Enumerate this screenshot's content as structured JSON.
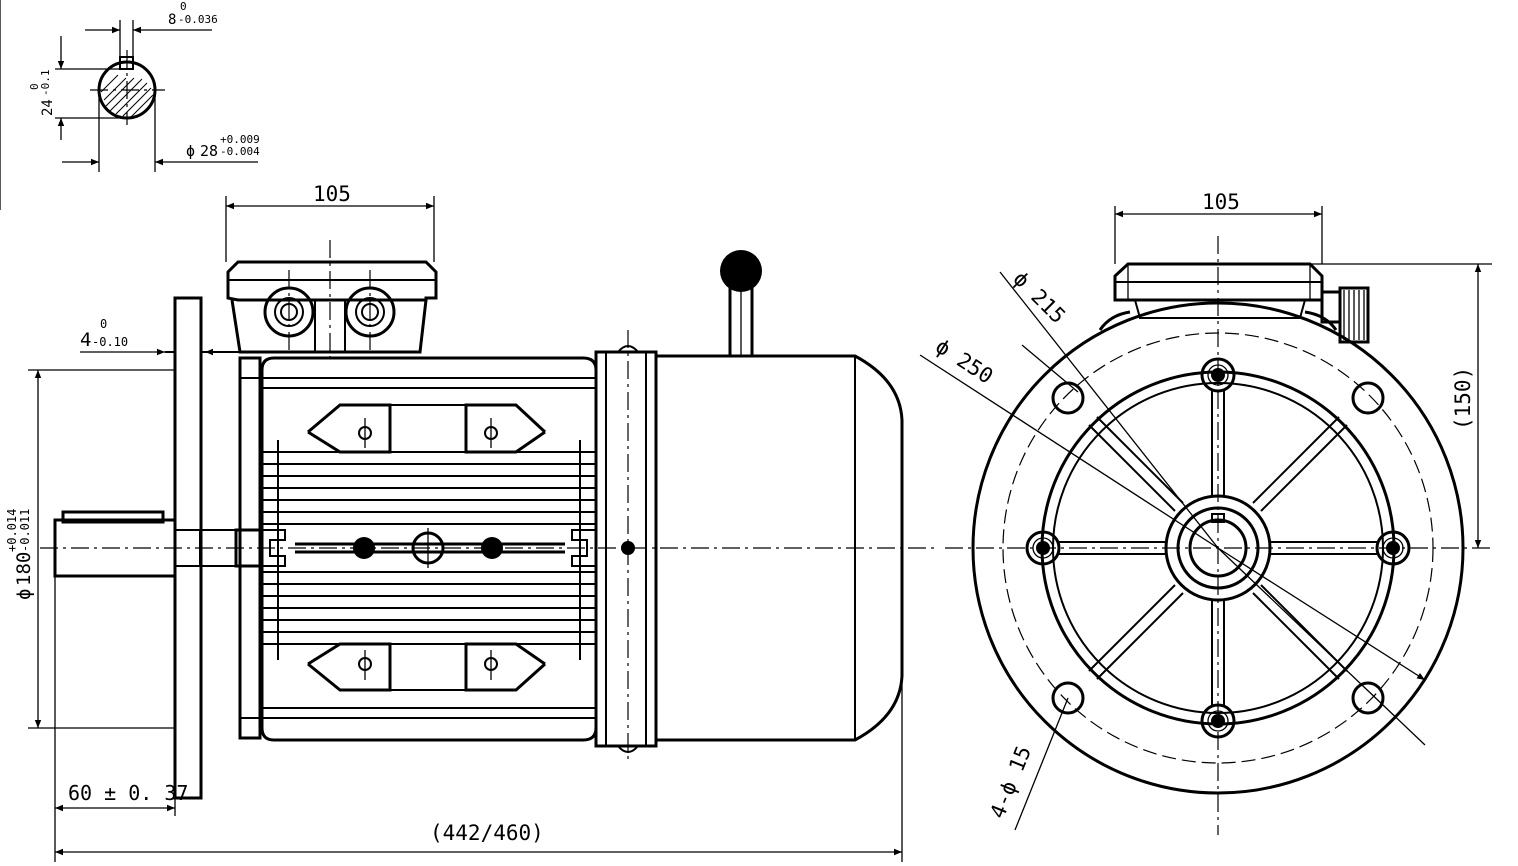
{
  "colors": {
    "line": "#000000",
    "background": "#ffffff"
  },
  "shaft_section": {
    "key_width": "8",
    "key_width_upper": "0",
    "key_width_lower": "-0.036",
    "key_depth": "24",
    "key_depth_upper": "0",
    "key_depth_lower": "-0.1",
    "diameter_prefix": "ϕ",
    "diameter": "28",
    "diameter_upper": "+0.009",
    "diameter_lower": "-0.004"
  },
  "side_view": {
    "terminal_box_width": "105",
    "flange_thickness": "4",
    "flange_thickness_upper": "0",
    "flange_thickness_lower": "-0.10",
    "spigot_prefix": "ϕ",
    "spigot": "180",
    "spigot_upper": "+0.014",
    "spigot_lower": "-0.011",
    "shaft_length": "60 ± 0. 37",
    "overall_length": "(442/460)"
  },
  "end_view": {
    "terminal_box_width": "105",
    "pcd": "ϕ 215",
    "flange_diameter": "ϕ 250",
    "box_height": "(150)",
    "holes": "4-ϕ 15"
  }
}
